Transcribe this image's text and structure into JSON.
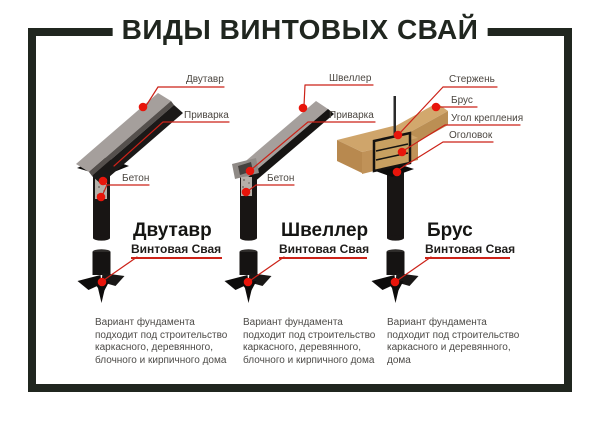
{
  "title": "ВИДЫ ВИНТОВЫХ СВАЙ",
  "columns": [
    {
      "heading": "Двутавр",
      "subheading": "Винтовая Свая",
      "callouts": [
        "Двутавр",
        "Приварка",
        "Бетон"
      ],
      "description": "Вариант фундамента\nподходит под строительство\nкаркасного, деревянного,\nблочного и кирпичного дома"
    },
    {
      "heading": "Швеллер",
      "subheading": "Винтовая Свая",
      "callouts": [
        "Швеллер",
        "Приварка",
        "Бетон"
      ],
      "description": "Вариант фундамента\nподходит под строительство\nкаркасного, деревянного,\nблочного и кирпичного дома"
    },
    {
      "heading": "Брус",
      "subheading": "Винтовая Свая",
      "callouts": [
        "Стержень",
        "Брус",
        "Угол крепления",
        "Оголовок"
      ],
      "description": "Вариант фундамента\nподходит под строительство\nкаркасного и деревянного,\nдома"
    }
  ],
  "colors": {
    "frame_dark": "#20261f",
    "callout_red_line": "#cc2218",
    "marker_red": "#e8150b",
    "steel_light": "#a59f9c",
    "steel_dark": "#1b1918",
    "wood_light": "#d2a86d",
    "wood_dark": "#b8894f",
    "concrete_gray": "#b6b0a9",
    "text_gray": "#4c4a47"
  }
}
